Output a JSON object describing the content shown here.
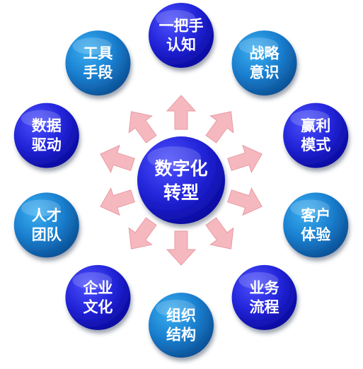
{
  "center": {
    "lines": [
      "数字化",
      "转型"
    ]
  },
  "nodes": [
    {
      "id": "yibashou",
      "lines": [
        "一把手",
        "认知"
      ],
      "style": "blue"
    },
    {
      "id": "zhanlue",
      "lines": [
        "战略",
        "意识"
      ],
      "style": "teal"
    },
    {
      "id": "yingli",
      "lines": [
        "赢利",
        "模式"
      ],
      "style": "blue"
    },
    {
      "id": "kehu",
      "lines": [
        "客户",
        "体验"
      ],
      "style": "teal"
    },
    {
      "id": "yewu",
      "lines": [
        "业务",
        "流程"
      ],
      "style": "blue"
    },
    {
      "id": "zuzhi",
      "lines": [
        "组织",
        "结构"
      ],
      "style": "teal"
    },
    {
      "id": "qiye",
      "lines": [
        "企业",
        "文化"
      ],
      "style": "blue"
    },
    {
      "id": "rencai",
      "lines": [
        "人才",
        "团队"
      ],
      "style": "teal"
    },
    {
      "id": "shuju",
      "lines": [
        "数据",
        "驱动"
      ],
      "style": "blue"
    },
    {
      "id": "gongju",
      "lines": [
        "工具",
        "手段"
      ],
      "style": "teal"
    }
  ],
  "colors": {
    "blue_light": "#3b3dff",
    "blue_dark": "#0a0a9e",
    "teal_light": "#2a9be6",
    "teal_dark": "#0b4f94",
    "arrow_fill": "#f6b8bf",
    "arrow_stroke": "#e89aa3",
    "text": "#ffffff"
  }
}
